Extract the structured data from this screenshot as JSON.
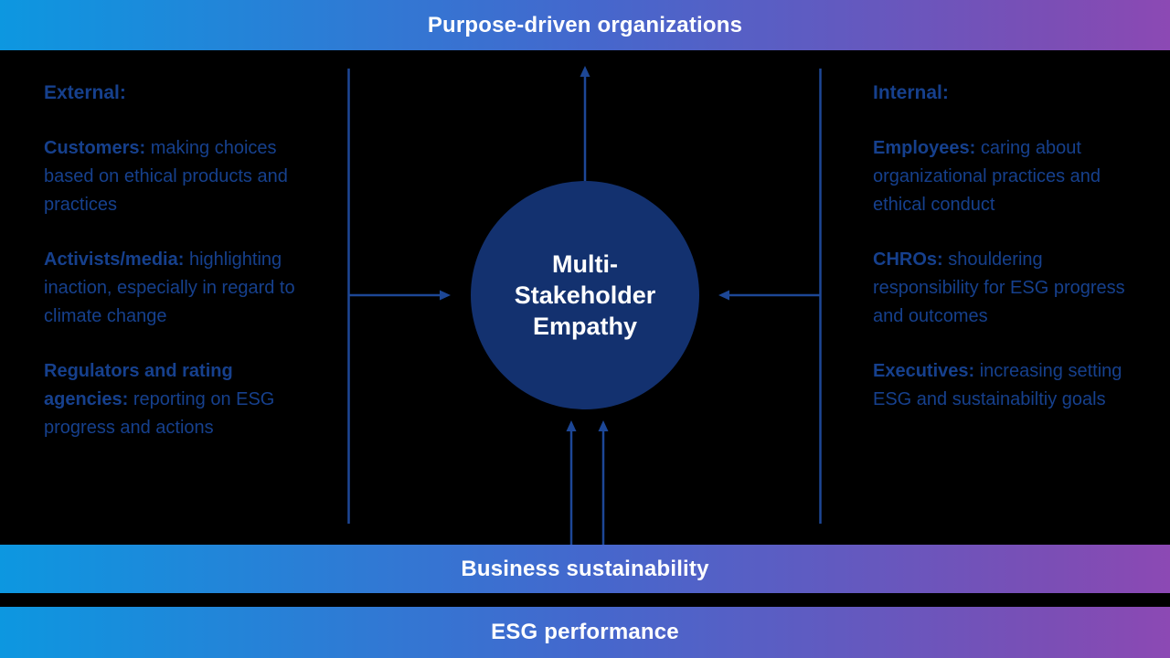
{
  "banners": {
    "top": "Purpose-driven organizations",
    "middle": "Business sustainability",
    "bottom": "ESG performance"
  },
  "center_circle": {
    "full_label": "Multi-Stakeholder Empathy",
    "lines": [
      "Multi-",
      "Stakeholder",
      "Empathy"
    ]
  },
  "external": {
    "heading": "External:",
    "items": [
      {
        "lead": "Customers:",
        "text": "making choices based on ethical products and practices"
      },
      {
        "lead": "Activists/media:",
        "text": "highlighting inaction, especially in regard to climate change"
      },
      {
        "lead": "Regulators and rating agencies:",
        "text": "reporting on ESG progress and actions"
      }
    ]
  },
  "internal": {
    "heading": "Internal:",
    "items": [
      {
        "lead": "Employees:",
        "text": "caring about organizational practices and ethical conduct"
      },
      {
        "lead": "CHROs:",
        "text": "shouldering responsibility for ESG progress and outcomes"
      },
      {
        "lead": "Executives:",
        "text": "increasing setting ESG and sustainabiltiy goals"
      }
    ]
  },
  "colors": {
    "gradient_start": "#0d97e0",
    "gradient_mid": "#4468cd",
    "gradient_end": "#7b4eb5",
    "gradient_edge": "#8c49b4",
    "background": "#000000",
    "body_text": "#16408d",
    "circle_fill": "#13316f",
    "arrow": "#1d4796",
    "banner_text": "#ffffff"
  }
}
